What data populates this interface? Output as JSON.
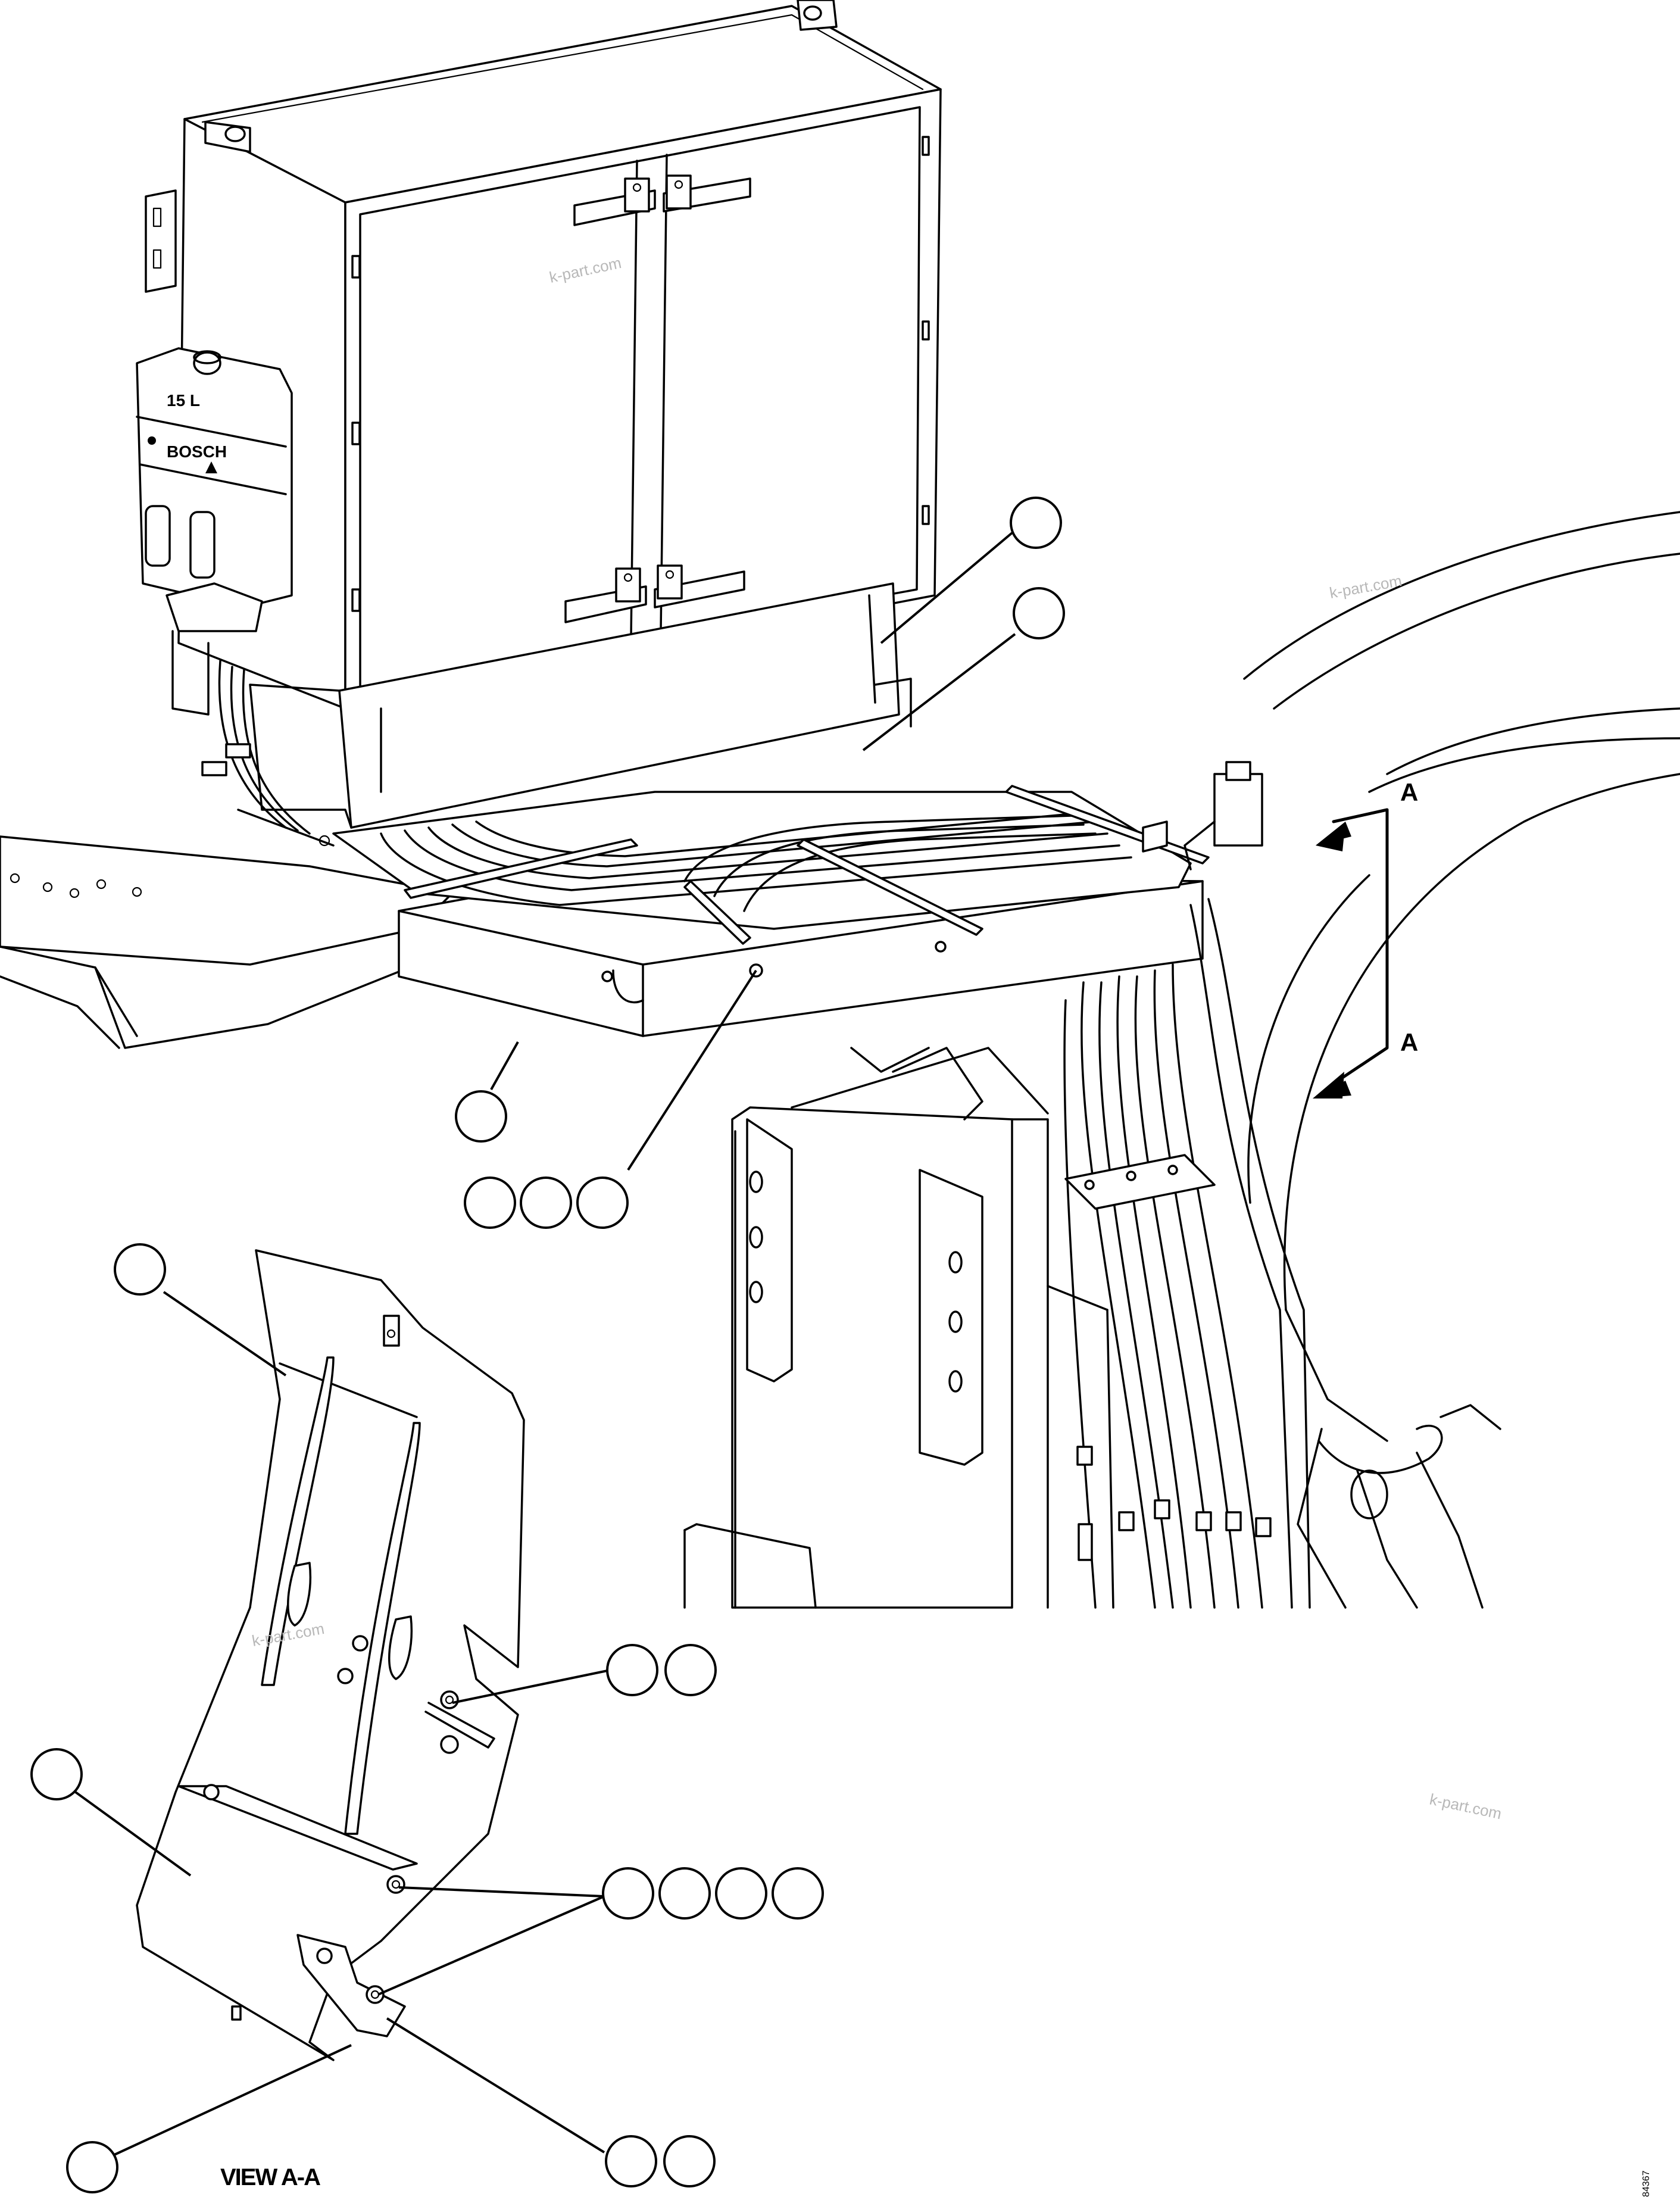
{
  "section_markers": {
    "top_letter": "A",
    "bottom_letter": "A"
  },
  "view_caption": "VIEW A-A",
  "watermarks": [
    "k-part.com",
    "k-part.com",
    "k-part.com",
    "k-part.com"
  ],
  "tank_labels": {
    "capacity": "15 L",
    "brand": "BOSCH"
  },
  "drawing_number": "84367",
  "callouts": [
    {
      "id": "balloon-1",
      "label": ""
    },
    {
      "id": "balloon-2",
      "label": ""
    },
    {
      "id": "balloon-3",
      "label": ""
    },
    {
      "id": "balloon-4a",
      "label": ""
    },
    {
      "id": "balloon-4b",
      "label": ""
    },
    {
      "id": "balloon-4c",
      "label": ""
    },
    {
      "id": "balloon-5",
      "label": ""
    },
    {
      "id": "balloon-6a",
      "label": ""
    },
    {
      "id": "balloon-6b",
      "label": ""
    },
    {
      "id": "balloon-7",
      "label": ""
    },
    {
      "id": "balloon-8a",
      "label": ""
    },
    {
      "id": "balloon-8b",
      "label": ""
    },
    {
      "id": "balloon-8c",
      "label": ""
    },
    {
      "id": "balloon-8d",
      "label": ""
    },
    {
      "id": "balloon-9",
      "label": ""
    },
    {
      "id": "balloon-10a",
      "label": ""
    },
    {
      "id": "balloon-10b",
      "label": ""
    }
  ]
}
